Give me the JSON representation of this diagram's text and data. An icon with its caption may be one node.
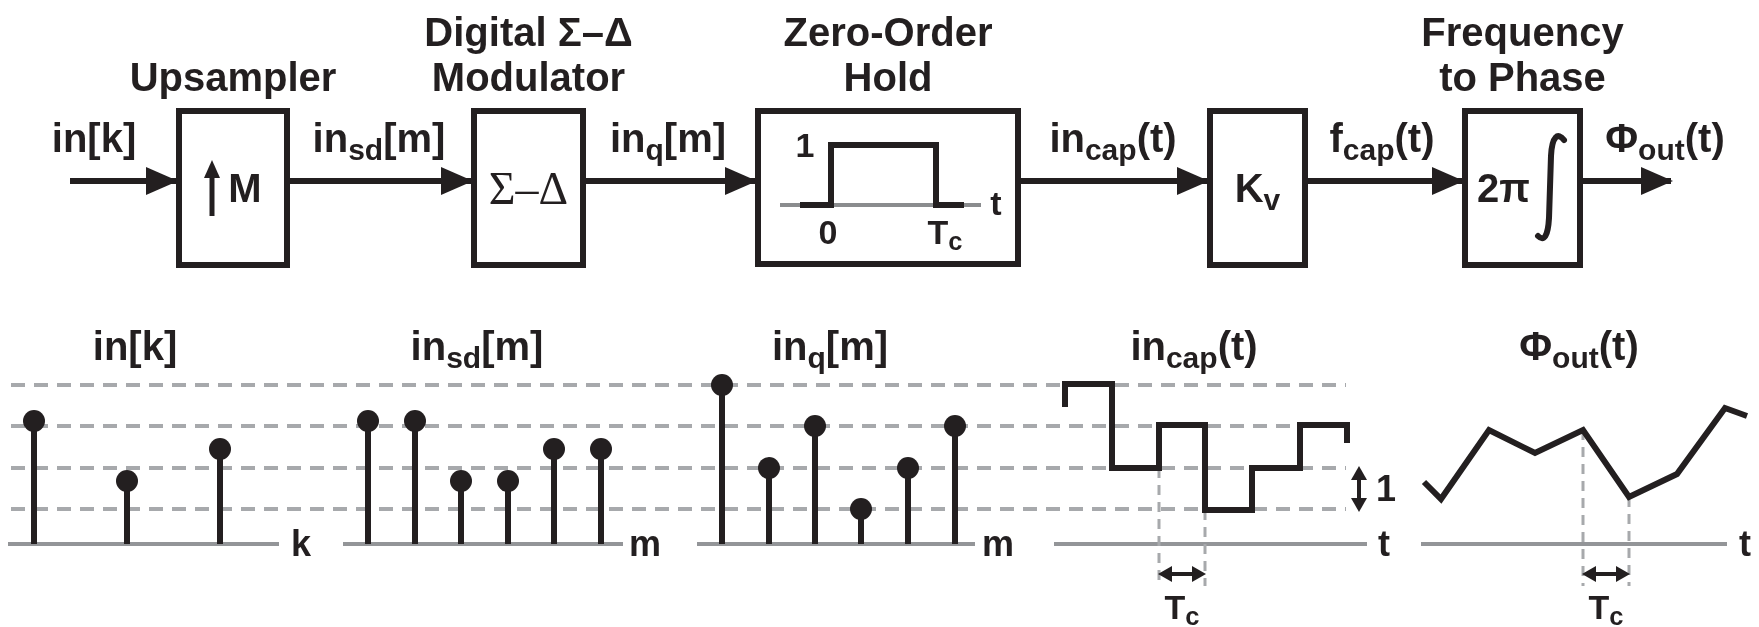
{
  "diagram": {
    "nodes": [
      {
        "text": [
          "Upsampler",
          "M"
        ]
      },
      {
        "text": [
          "Digital Σ–Δ Modulator",
          "Σ–Δ"
        ]
      },
      {
        "text": [
          "Zero-Order Hold"
        ]
      },
      {
        "text": [
          "K$_{v}$"
        ]
      },
      {
        "text": [
          "Frequency to Phase",
          "2π"
        ]
      }
    ],
    "edges": [
      {
        "from": null,
        "to": 0,
        "arrow": "to",
        "label": "in[k]"
      },
      {
        "from": 0,
        "to": 1,
        "arrow": "to",
        "label": "in$_{sd}$[m]"
      },
      {
        "from": 1,
        "to": 2,
        "arrow": "to",
        "label": "in$_{q}$[m]"
      },
      {
        "from": 2,
        "to": 3,
        "arrow": "to",
        "label": "in$_{cap}$(t)"
      },
      {
        "from": 3,
        "to": 4,
        "arrow": "to",
        "label": "f$_{cap}$(t)"
      },
      {
        "from": 4,
        "to": null,
        "arrow": "to",
        "label": "Φ$_{out}$(t)"
      }
    ],
    "labels": [
      "1",
      "t",
      "0",
      "T$_{c}$",
      "in[k]",
      "in$_{sd}$[m]",
      "in$_{q}$[m]",
      "in$_{cap}$(t)",
      "Φ$_{out}$(t)",
      "1",
      "k",
      "m",
      "m",
      "t",
      "t",
      "T$_{c}$",
      "T$_{c}$"
    ]
  }
}
